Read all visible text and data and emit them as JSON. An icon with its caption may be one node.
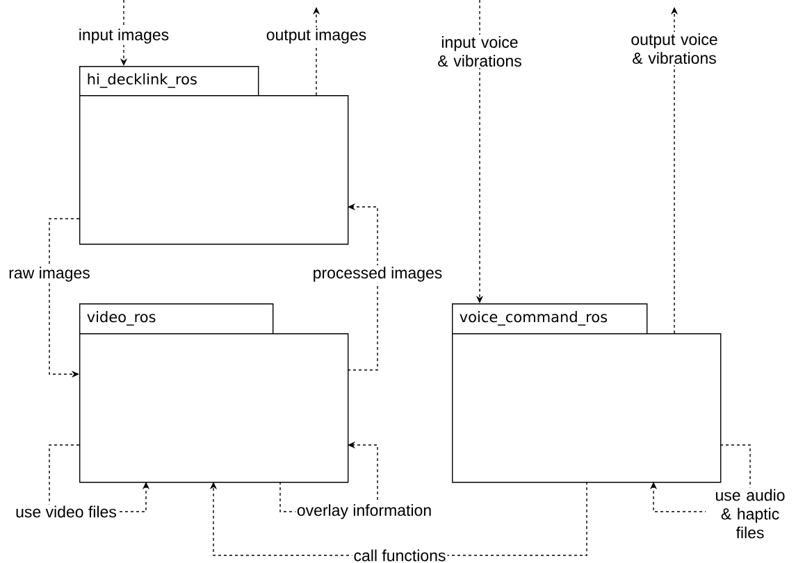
{
  "diagram": {
    "nodes": [
      {
        "text": [
          "hi_decklink_ros"
        ]
      },
      {
        "text": [
          "video_ros"
        ]
      },
      {
        "text": [
          "voice_command_ros"
        ]
      }
    ],
    "edges": [
      {
        "from": null,
        "to": 0,
        "arrow": "to",
        "label": "input images",
        "style": "dashed"
      },
      {
        "from": 0,
        "to": null,
        "arrow": "to",
        "label": "output images",
        "style": "dashed"
      },
      {
        "from": null,
        "to": 2,
        "arrow": "to",
        "label": "input voice & vibrations",
        "style": "dashed"
      },
      {
        "from": 2,
        "to": null,
        "arrow": "to",
        "label": "output voice & vibrations",
        "style": "dashed"
      },
      {
        "from": 0,
        "to": 1,
        "arrow": "to",
        "label": "raw images",
        "style": "dashed"
      },
      {
        "from": 1,
        "to": 0,
        "arrow": "to",
        "label": "processed images",
        "style": "dashed"
      },
      {
        "from": 1,
        "to": 1,
        "arrow": "to",
        "label": "use video files",
        "style": "dashed"
      },
      {
        "from": 1,
        "to": 1,
        "arrow": "to",
        "label": "overlay information",
        "style": "dashed"
      },
      {
        "from": 2,
        "to": 1,
        "arrow": "to",
        "label": "call functions",
        "style": "dashed"
      },
      {
        "from": 2,
        "to": 2,
        "arrow": "to",
        "label": "use audio & haptic files",
        "style": "dashed"
      }
    ]
  }
}
